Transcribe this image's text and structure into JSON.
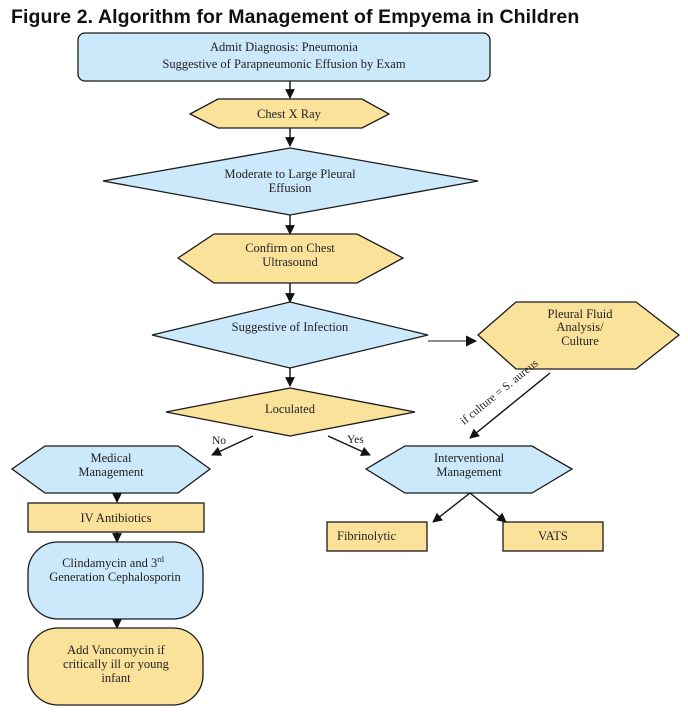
{
  "figure": {
    "title": "Figure 2. Algorithm for Management of Empyema in Children"
  },
  "colors": {
    "blue_fill": "#cce9fb",
    "yellow_fill": "#fbe29b",
    "stroke": "#1a1a1a"
  },
  "nodes": {
    "admit": {
      "lines": [
        "Admit Diagnosis: Pneumonia",
        "Suggestive of Parapneumonic Effusion by Exam"
      ]
    },
    "cxr": {
      "lines": [
        "Chest X Ray"
      ]
    },
    "effusion": {
      "lines": [
        "Moderate to Large Pleural",
        "Effusion"
      ]
    },
    "ultrasound": {
      "lines": [
        "Confirm on Chest",
        "Ultrasound"
      ]
    },
    "infection": {
      "lines": [
        "Suggestive of Infection"
      ]
    },
    "pleural": {
      "lines": [
        "Pleural Fluid",
        "Analysis/",
        "Culture"
      ]
    },
    "loculated": {
      "lines": [
        "Loculated"
      ]
    },
    "medical": {
      "lines": [
        "Medical",
        "Management"
      ]
    },
    "interventional": {
      "lines": [
        "Interventional",
        "Management"
      ]
    },
    "iv": {
      "lines": [
        "IV Antibiotics"
      ]
    },
    "clinda": {
      "lines": [
        "Clindamycin and 3",
        "Generation Cephalosporin"
      ],
      "superscript": "rd"
    },
    "vanco": {
      "lines": [
        "Add Vancomycin if",
        "critically ill or young",
        "infant"
      ]
    },
    "fibrinolytic": {
      "lines": [
        "Fibrinolytic"
      ]
    },
    "vats": {
      "lines": [
        "VATS"
      ]
    }
  },
  "edge_labels": {
    "no": "No",
    "yes": "Yes",
    "culture": "if culture = S. aureus"
  }
}
